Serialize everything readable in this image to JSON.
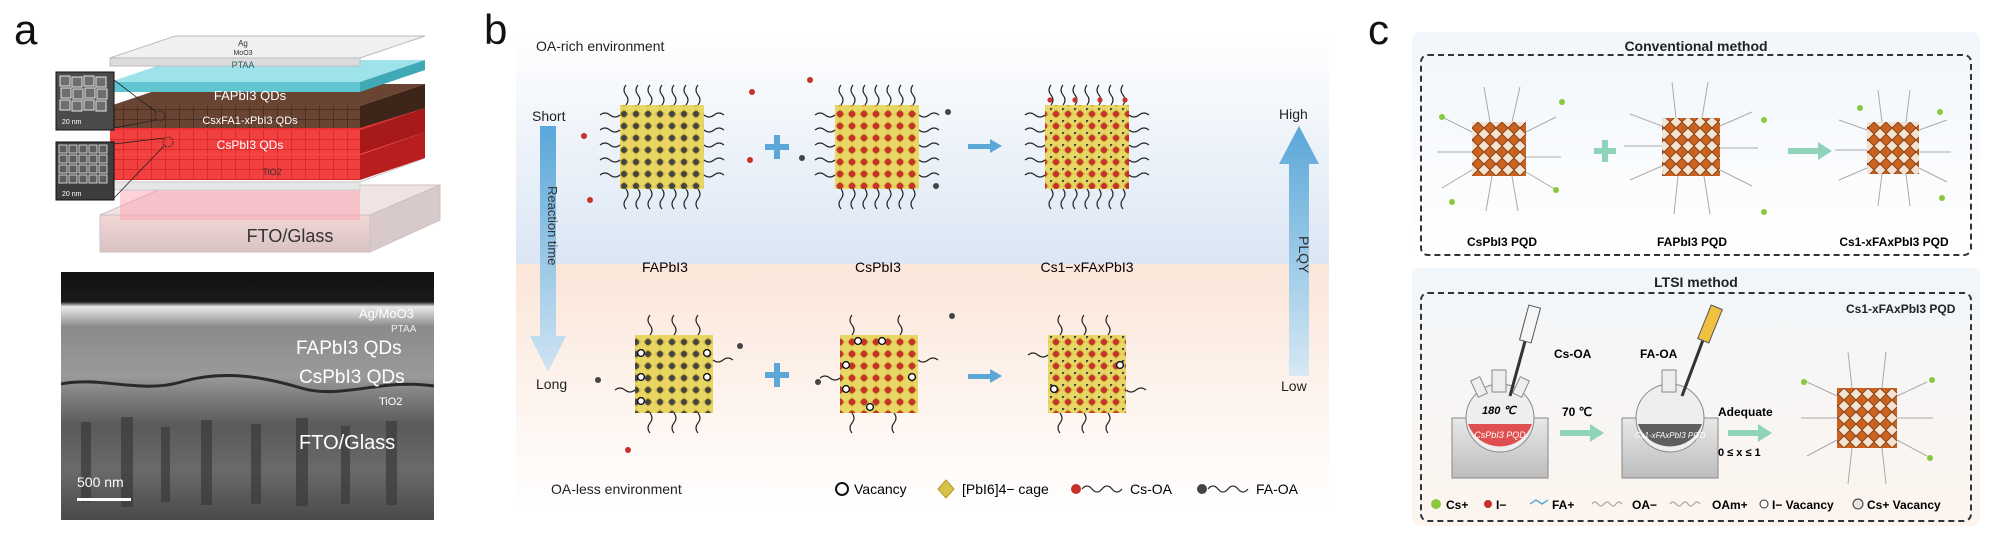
{
  "panels": {
    "a": {
      "letter": "a",
      "stack_labels": [
        "Ag",
        "MoO3",
        "PTAA",
        "FAPbI3 QDs",
        "CsxFA1-xPbI3 QDs",
        "CsPbI3 QDs",
        "TiO2",
        "FTO/Glass"
      ],
      "inset_top_scale": "20 nm",
      "inset_bottom_scale": "20 nm",
      "sem_labels": {
        "ag_moo3": "Ag/MoO3",
        "ptaa": "PTAA",
        "fapbi3": "FAPbI3 QDs",
        "cspbi3": "CsPbI3 QDs",
        "tio2": "TiO2",
        "fto": "FTO/Glass"
      },
      "sem_scale": "500 nm"
    },
    "b": {
      "letter": "b",
      "top_env": "OA-rich environment",
      "bottom_env": "OA-less environment",
      "short": "Short",
      "long": "Long",
      "reaction_time": "Reaction time",
      "high": "High",
      "low": "Low",
      "plqy": "PLQY",
      "names": [
        "FAPbI3",
        "CsPbI3",
        "Cs1−xFAxPbI3"
      ],
      "legend": {
        "vacancy": "Vacancy",
        "cage": "[PbI6]4− cage",
        "csoa": "Cs-OA",
        "faoa": "FA-OA"
      }
    },
    "c": {
      "letter": "c",
      "conventional_title": "Conventional method",
      "conv_labels": [
        "CsPbI3 PQD",
        "FAPbI3 PQD",
        "Cs1-xFAxPbI3 PQD"
      ],
      "ltsi_title": "LTSI method",
      "ltsi_product": "Cs1-xFAxPbI3 PQD",
      "cs_oa": "Cs-OA",
      "fa_oa": "FA-OA",
      "temp_180": "180 ℃",
      "flask1_label": "CsPbI3 PQD",
      "temp_70": "70 ℃",
      "flask2_label": "Cs1-xFAxPbI3 PQD",
      "adequate": "Adequate",
      "range": "0 ≤ x ≤ 1",
      "legend": [
        "Cs+",
        "I−",
        "FA+",
        "OA−",
        "OAm+",
        "I− Vacancy",
        "Cs+ Vacancy"
      ]
    }
  },
  "colors": {
    "qd_gold": "#d8c24a",
    "qd_red": "#c8302a",
    "ligand": "#2b2b2b",
    "arrow_blue": "#6ab2dc",
    "top_band": "#dfe9f5",
    "bottom_band": "#fbece2",
    "octa_orange": "#c9631f",
    "green": "#8ac840",
    "teal_arrow": "#8fd3b8",
    "red_layer": "#e23030",
    "brown_layer": "#5a3a2a",
    "cyan_layer": "#7fd3de"
  }
}
